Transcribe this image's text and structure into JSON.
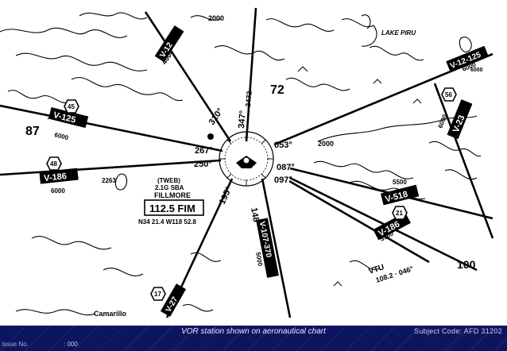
{
  "map": {
    "vor": {
      "name": "FILLMORE",
      "frequency": "112.5 FIM",
      "twebs": "(TWEB)",
      "phone": "2.1G SBA",
      "coordinates": "N34 21.4 W118 52.8"
    },
    "radials": [
      "310°",
      "347°",
      "053°",
      "087°",
      "097°",
      "148°",
      "195°",
      "250°",
      "267°"
    ],
    "airways": [
      "V-12",
      "V-125",
      "V-186",
      "V-23",
      "V-518",
      "V-186",
      "V-107-370",
      "V-27",
      "V-12-125"
    ],
    "route_numbers": [
      "45",
      "48",
      "56",
      "21",
      "17"
    ],
    "distances": [
      "6000",
      "6000",
      "6000",
      "5500",
      "5500",
      "5000",
      "6000"
    ],
    "elevations": [
      "2000",
      "2000",
      "2263",
      "72",
      "87",
      "3472",
      "4000"
    ],
    "places": [
      "LAKE PIRU",
      "VTU",
      "Camarillo"
    ],
    "vtu_note": "108.2 · 046°",
    "edge_values": [
      "100",
      "6000"
    ]
  },
  "footer": {
    "caption": "VOR station shown on aeronautical chart",
    "subject": "Subject Code: AFD 31202",
    "issue_label": "Issue No.",
    "issue_value": ": 000"
  }
}
